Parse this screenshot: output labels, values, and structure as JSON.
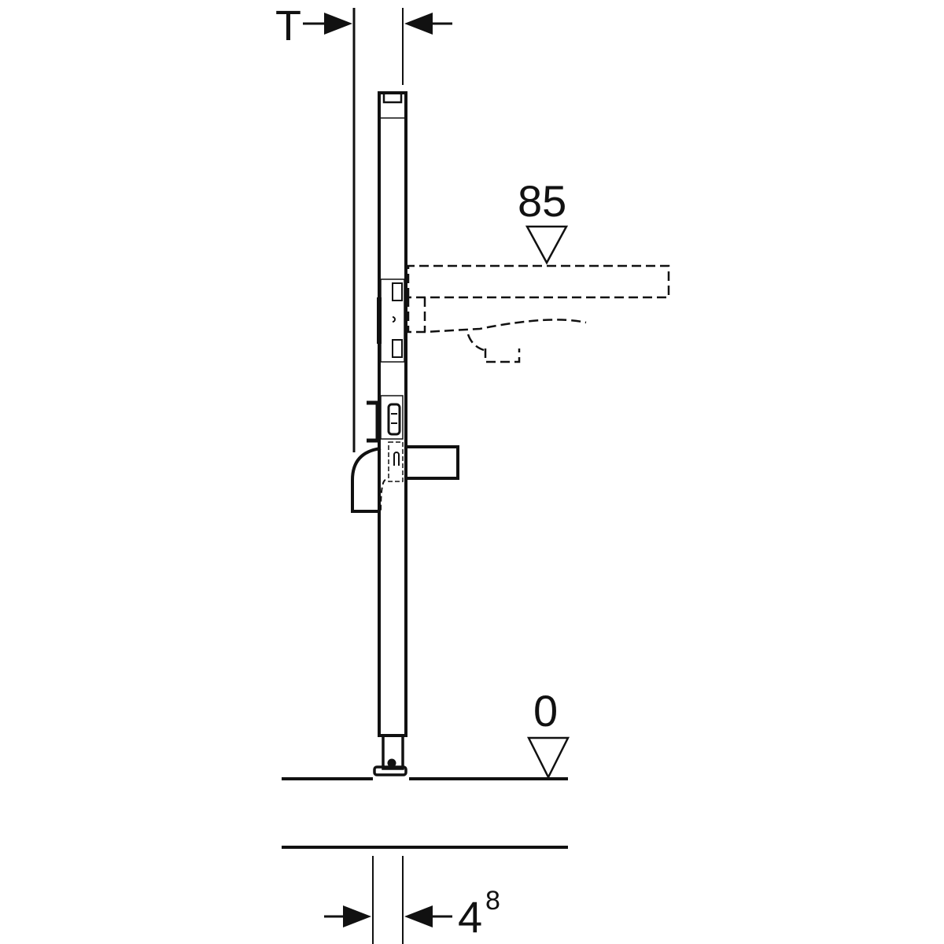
{
  "diagram": {
    "depth_label": "T",
    "basin_height_label": "85",
    "floor_level_label": "0",
    "frame_width_label": "4",
    "frame_width_superscript": "8",
    "line_color": "#111111"
  }
}
